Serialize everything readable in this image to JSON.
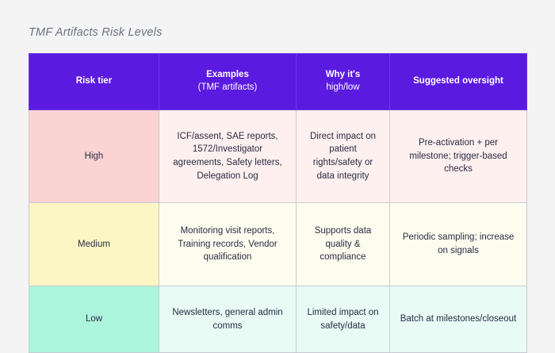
{
  "page": {
    "background_color": "#f4f4f5",
    "title": "TMF Artifacts Risk Levels"
  },
  "table": {
    "header_background": "#5a1ae0",
    "header_text_color": "#ffffff",
    "columns": [
      {
        "label": "Risk tier",
        "sublabel": ""
      },
      {
        "label": "Examples",
        "sublabel": "(TMF artifacts)"
      },
      {
        "label": "Why it's",
        "sublabel": "high/low"
      },
      {
        "label": "Suggested oversight",
        "sublabel": ""
      }
    ],
    "rows": [
      {
        "tier": "High",
        "tier_color": "#fbd3d3",
        "cell_color": "#fdf0ee",
        "examples": "ICF/assent, SAE reports, 1572/Investigator agreements, Safety letters, Delegation Log",
        "why": "Direct impact on patient rights/safety or data integrity",
        "oversight": "Pre-activation + per milestone; trigger-based checks"
      },
      {
        "tier": "Medium",
        "tier_color": "#fcf6c4",
        "cell_color": "#fdfdef",
        "examples": "Monitoring visit reports, Training records, Vendor qualification",
        "why": "Supports data quality & compliance",
        "oversight": "Periodic sampling; increase on signals"
      },
      {
        "tier": "Low",
        "tier_color": "#abf5dc",
        "cell_color": "#e8fbf4",
        "examples": "Newsletters, general admin comms",
        "why": "Limited impact on safety/data",
        "oversight": "Batch at milestones/closeout"
      }
    ]
  }
}
